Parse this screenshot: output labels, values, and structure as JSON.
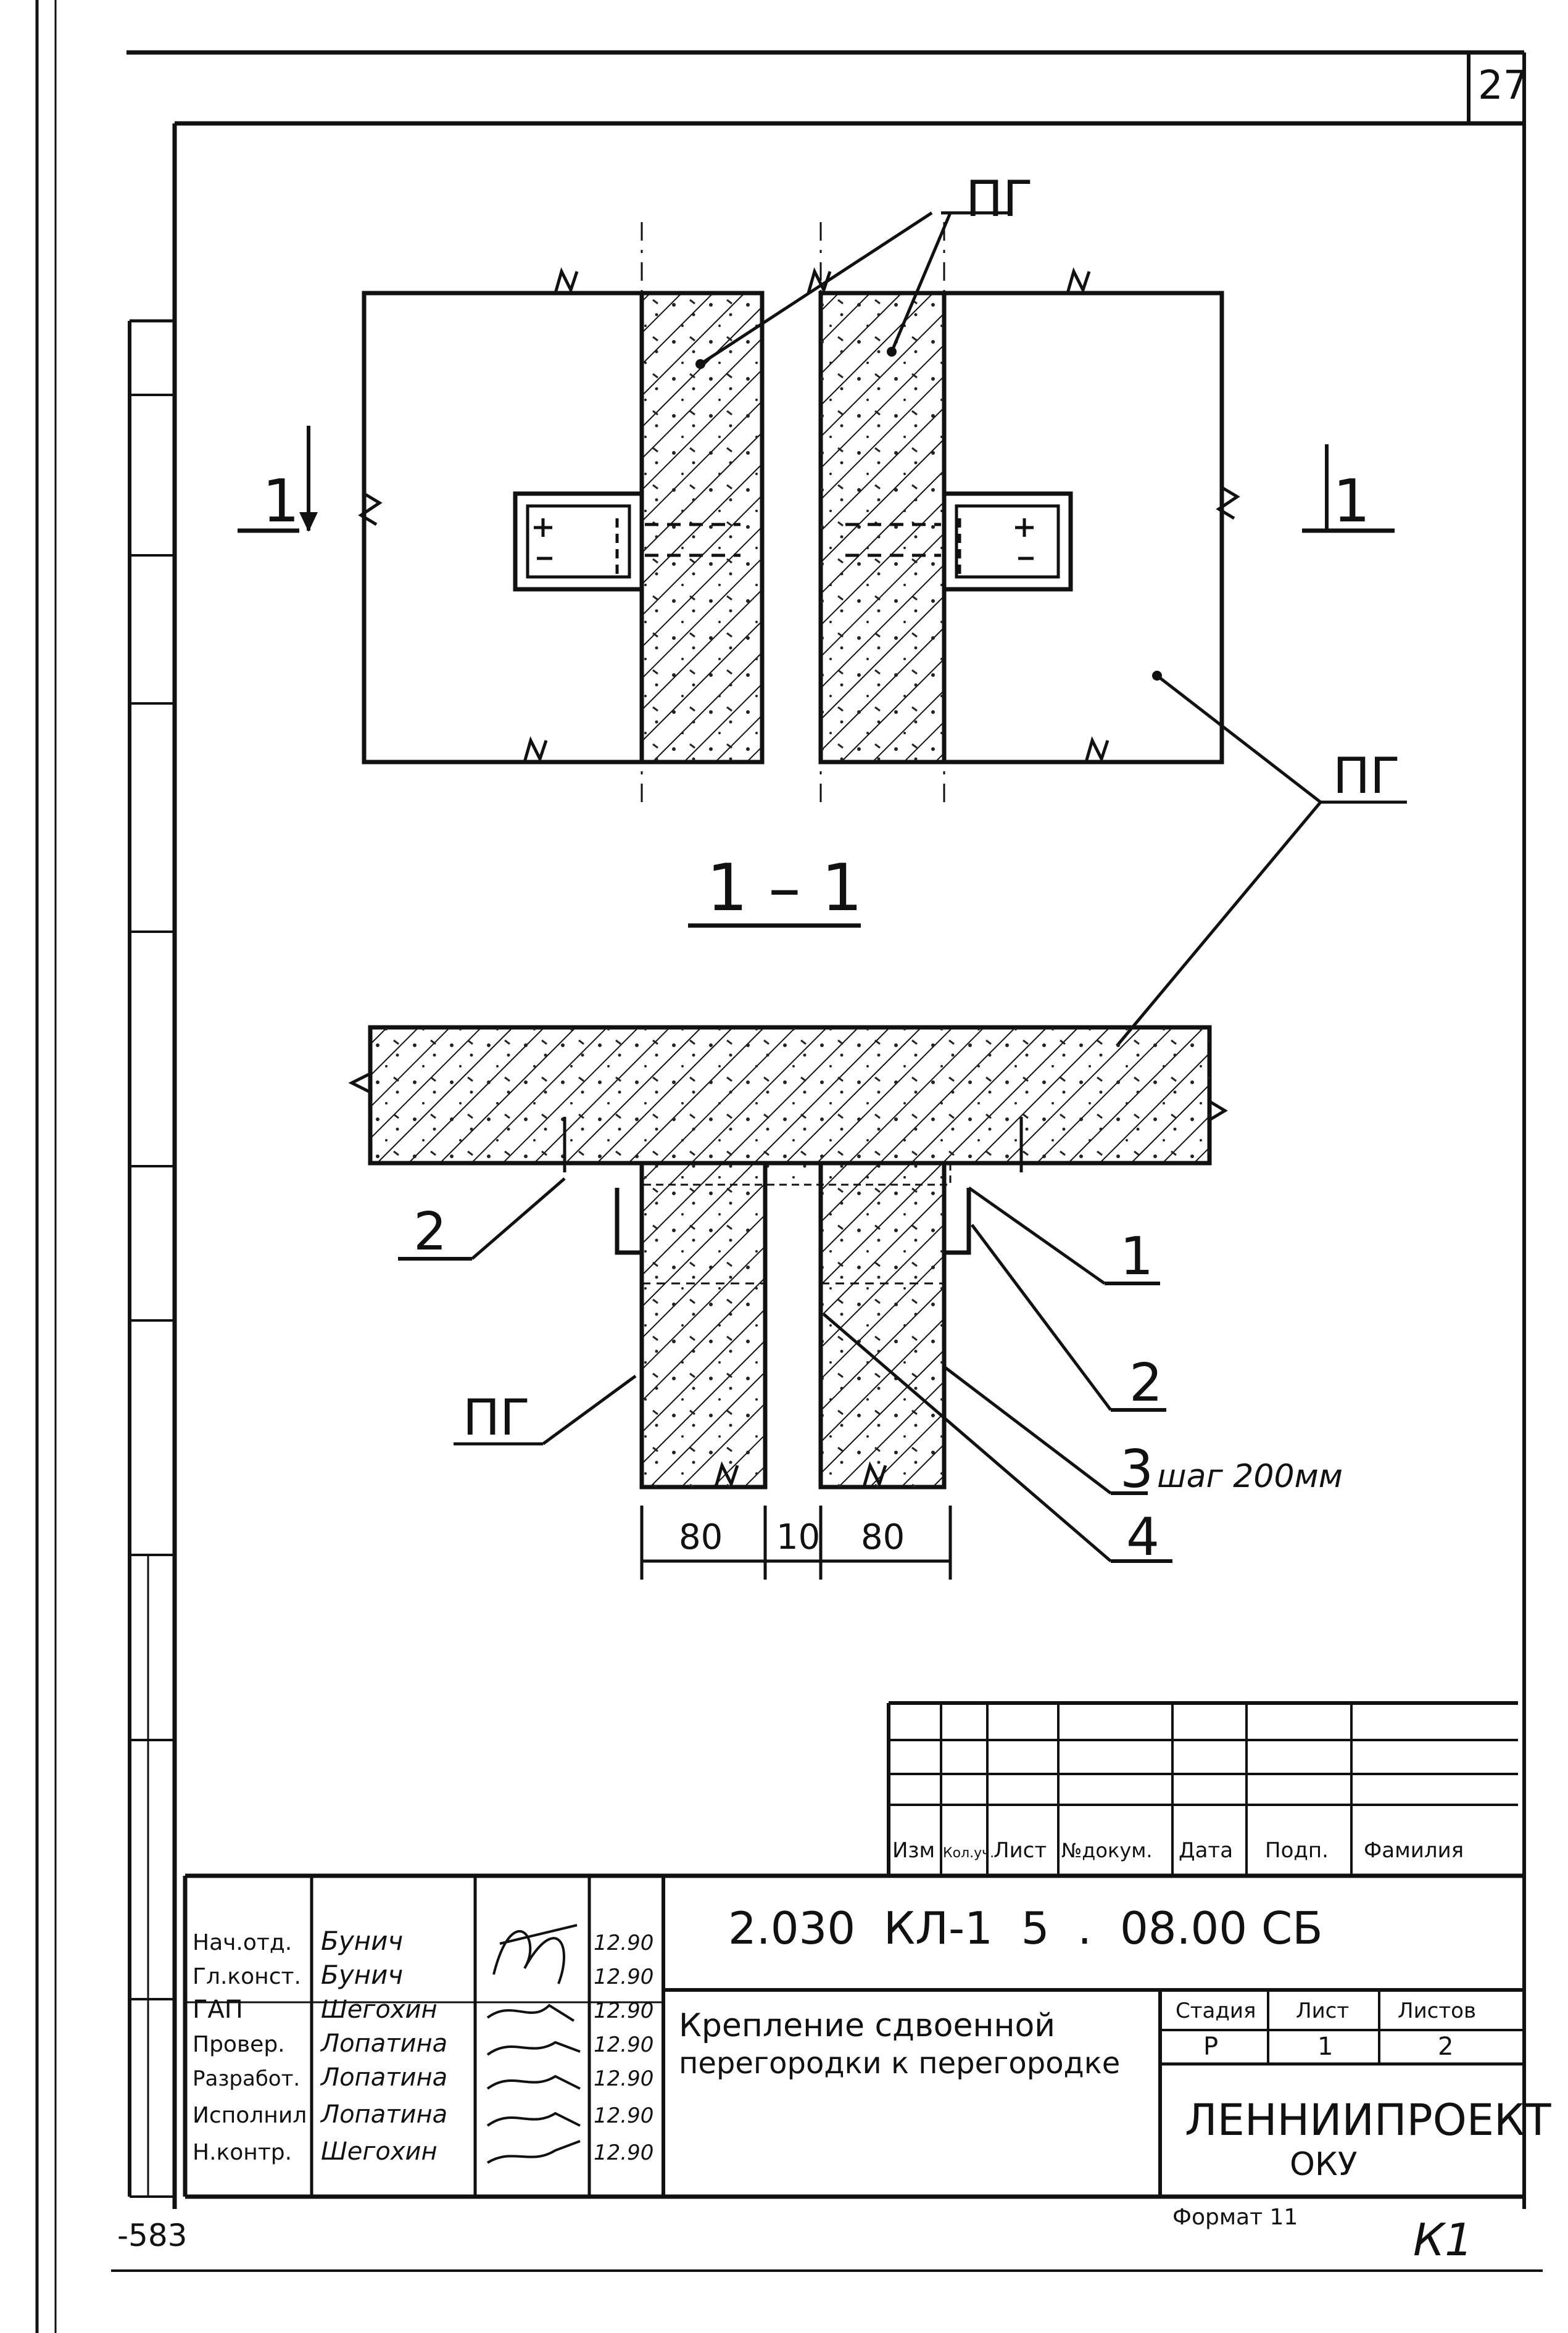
{
  "sheet_number": "27",
  "side_code": "-583",
  "drawing": {
    "label_pg": "ПГ",
    "section_mark": "1",
    "section_title": "1 – 1",
    "callout_1": "1",
    "callout_2": "2",
    "callout_3": "3",
    "callout_3_note": "шаг 200мм",
    "callout_4": "4",
    "dims": [
      "80",
      "10",
      "80"
    ]
  },
  "revision_table": {
    "headers": [
      "Изм",
      "Кол.уч.",
      "Лист",
      "№докум.",
      "Дата",
      "Подп.",
      "Фамилия"
    ]
  },
  "title_block": {
    "signers": [
      {
        "role": "Нач.отд.",
        "name": "Бунич",
        "date": "12.90"
      },
      {
        "role": "Гл.конст.",
        "name": "Бунич",
        "date": "12.90"
      },
      {
        "role": "ГАП",
        "name": "Шегохин",
        "date": "12.90"
      },
      {
        "role": "Провер.",
        "name": "Лопатина",
        "date": "12.90"
      },
      {
        "role": "Разработ.",
        "name": "Лопатина",
        "date": "12.90"
      },
      {
        "role": "Исполнил",
        "name": "Лопатина",
        "date": "12.90"
      },
      {
        "role": "Н.контр.",
        "name": "Шегохин",
        "date": "12.90"
      }
    ],
    "designation": "2.030  КЛ-1  5  .  08.00 СБ",
    "title_line1": "Крепление сдвоенной",
    "title_line2": "перегородки к перегородке",
    "stage_header": "Стадия",
    "sheet_header": "Лист",
    "sheets_header": "Листов",
    "stage": "Р",
    "sheet": "1",
    "sheets": "2",
    "org_line1": "ЛЕННИИПРОЕКТ",
    "org_line2": "ОКУ",
    "format": "Формат 11",
    "corner_mark": "К1"
  }
}
